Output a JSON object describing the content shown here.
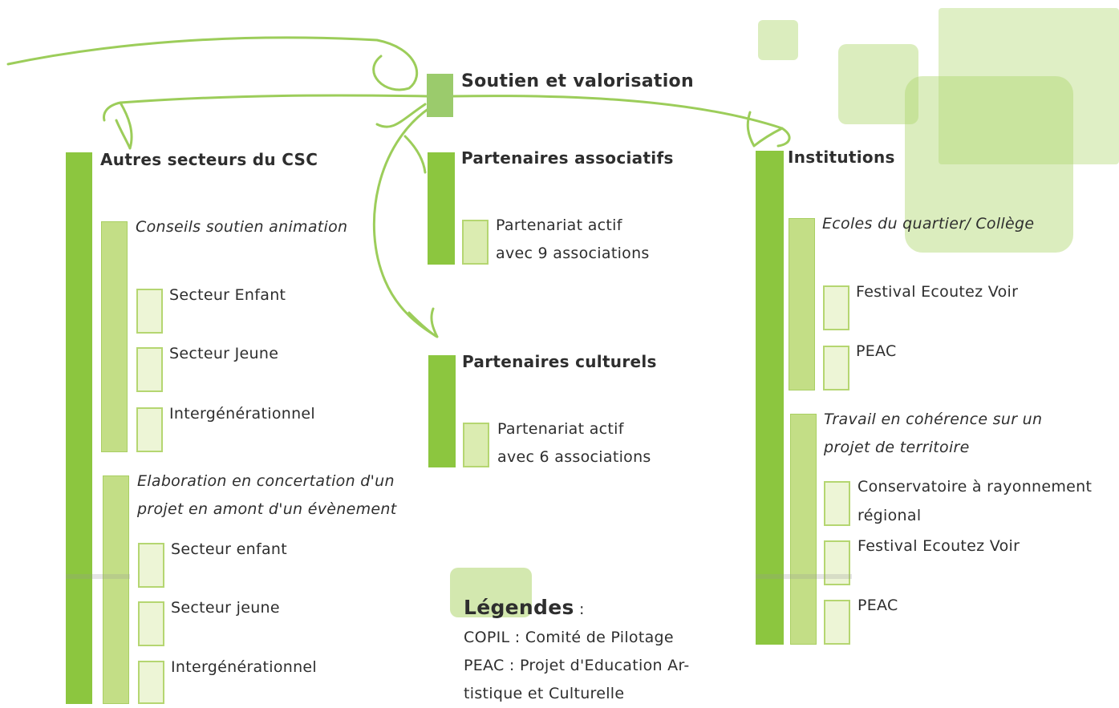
{
  "top": {
    "title": "Soutien et valorisation"
  },
  "left": {
    "heading": "Autres secteurs du CSC",
    "group1": {
      "title": "Conseils soutien animation",
      "items": [
        "Secteur Enfant",
        "Secteur Jeune",
        "Intergénérationnel"
      ]
    },
    "group2": {
      "title_line1": "Elaboration en concertation d'un",
      "title_line2": "projet en amont d'un évènement",
      "items": [
        "Secteur enfant",
        "Secteur jeune",
        "Intergénérationnel"
      ]
    }
  },
  "middle": {
    "assoc": {
      "heading": "Partenaires associatifs",
      "line1": "Partenariat actif",
      "line2": "avec 9 associations"
    },
    "culture": {
      "heading": "Partenaires culturels",
      "line1": "Partenariat actif",
      "line2": "avec 6 associations"
    }
  },
  "right": {
    "heading": "Institutions",
    "group1": {
      "title": "Ecoles du quartier/ Collège",
      "items": [
        "Festival Ecoutez Voir",
        "PEAC"
      ]
    },
    "group2": {
      "title_line1": "Travail en cohérence sur un",
      "title_line2": "projet de territoire",
      "items": [
        {
          "line1": "Conservatoire à rayonnement",
          "line2": "régional"
        },
        {
          "line1": "Festival Ecoutez Voir"
        },
        {
          "line1": "PEAC"
        }
      ]
    }
  },
  "legend": {
    "title": "Légendes",
    "colon": ":",
    "line1": "COPIL : Comité de Pilotage",
    "line2": "PEAC : Projet d'Education Ar-",
    "line3": "tistique et Culturelle"
  },
  "colors": {
    "dark_green": "#8cc63f",
    "mid_green": "#c3de86",
    "light_box": "#edf5d6",
    "line_green": "#9ccd5a"
  }
}
